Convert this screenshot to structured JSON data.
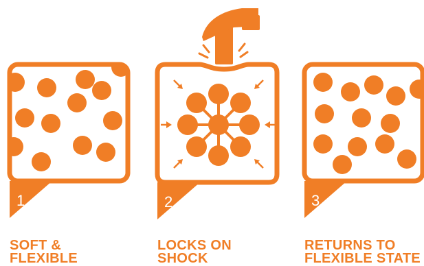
{
  "colors": {
    "accent": "#f07e26",
    "background": "#ffffff"
  },
  "icons": {
    "hammer": "hammer-icon",
    "arrow": "arrow-icon"
  },
  "panels": [
    {
      "number": "1",
      "caption_line1": "SOFT &",
      "caption_line2": "FLEXIBLE"
    },
    {
      "number": "2",
      "caption_line1": "LOCKS ON",
      "caption_line2": "SHOCK"
    },
    {
      "number": "3",
      "caption_line1": "RETURNS TO",
      "caption_line2": "FLEXIBLE STATE"
    }
  ]
}
